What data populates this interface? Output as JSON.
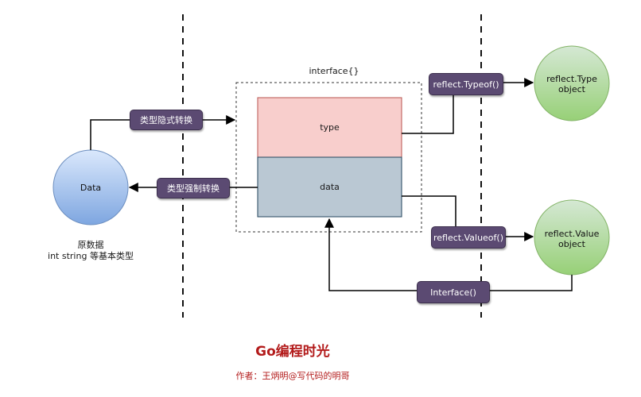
{
  "container_label": "interface{}",
  "boxes": {
    "type": "type",
    "data": "data"
  },
  "data_node": {
    "label": "Data",
    "caption_line1": "原数据",
    "caption_line2": "int string 等基本类型"
  },
  "pills": {
    "implicit": "类型隐式转换",
    "explicit": "类型强制转换",
    "typeof": "reflect.Typeof()",
    "valueof": "reflect.Valueof()",
    "interface": "Interface()"
  },
  "objects": {
    "type_line1": "reflect.Type",
    "type_line2": "object",
    "value_line1": "reflect.Value",
    "value_line2": "object"
  },
  "footer": {
    "title": "Go编程时光",
    "author": "作者：王炳明@写代码的明哥"
  },
  "colors": {
    "pill_bg": "#5b4a72",
    "type_box": "#f8cecc",
    "data_box": "#bac8d3",
    "data_circle": "#7ea6e0",
    "object_circle": "#97d077",
    "title_red": "#b31b1b"
  }
}
